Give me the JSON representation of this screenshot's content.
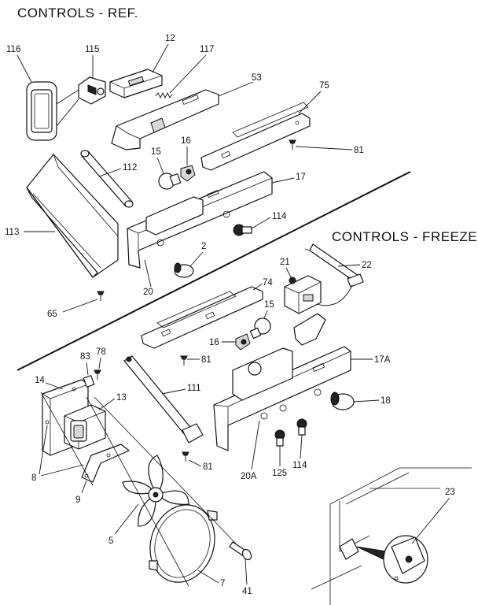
{
  "titles": {
    "ref": "CONTROLS - REF.",
    "freezer": "CONTROLS - FREEZER"
  },
  "callouts": {
    "c12": "12",
    "c115": "115",
    "c116": "116",
    "c117": "117",
    "c53": "53",
    "c75": "75",
    "c81a": "81",
    "c15a": "15",
    "c16a": "16",
    "c112": "112",
    "c17": "17",
    "c114a": "114",
    "c113": "113",
    "c2": "2",
    "c20": "20",
    "c65": "65",
    "c21": "21",
    "c22": "22",
    "c74": "74",
    "c15b": "15",
    "c16b": "16",
    "c81b": "81",
    "c17A": "17A",
    "c83": "83",
    "c78": "78",
    "c14": "14",
    "c13": "13",
    "c111": "111",
    "c18": "18",
    "c8": "8",
    "c81c": "81",
    "c20A": "20A",
    "c125": "125",
    "c114b": "114",
    "c9": "9",
    "c5": "5",
    "c7": "7",
    "c41": "41",
    "c23": "23"
  }
}
